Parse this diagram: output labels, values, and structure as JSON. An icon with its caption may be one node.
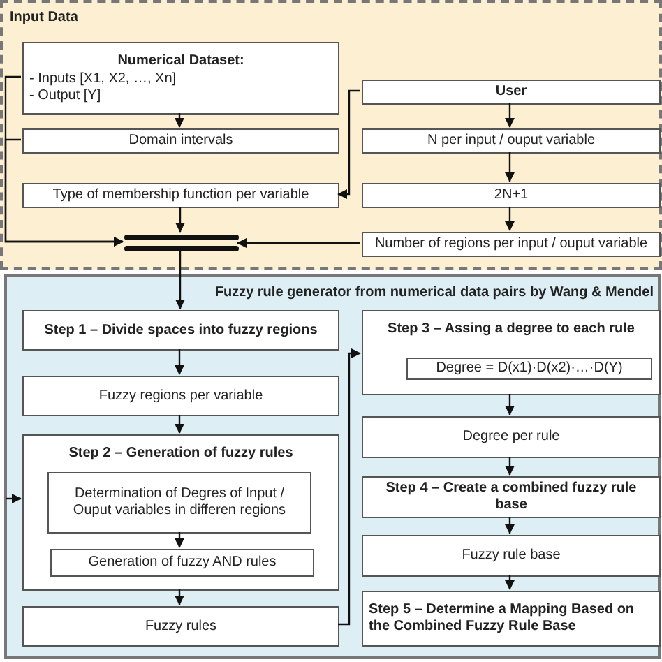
{
  "diagram": {
    "nodes": [
      {
        "text": [
          "Input Data"
        ]
      },
      {
        "text": [
          "Numerical Dataset:",
          "- Inputs [X1, X2, …, Xn]",
          "- Output [Y]"
        ],
        "in": 0
      },
      {
        "text": [
          "Domain intervals"
        ],
        "in": 0
      },
      {
        "text": [
          "Type of membership function per variable"
        ],
        "in": 0
      },
      {
        "text": [
          "User"
        ],
        "in": 0
      },
      {
        "text": [
          "N per input / ouput variable"
        ],
        "in": 0
      },
      {
        "text": [
          "2N+1"
        ],
        "in": 0
      },
      {
        "text": [
          "Number of regions per input / ouput variable"
        ],
        "in": 0
      },
      {
        "text": [],
        "shape": "bar",
        "in": 0
      },
      {
        "text": [
          "Fuzzy rule generator from numerical data pairs by Wang & Mendel"
        ]
      },
      {
        "text": [
          "Step 1 – Divide spaces into fuzzy regions"
        ],
        "in": 9
      },
      {
        "text": [
          "Fuzzy regions per variable"
        ],
        "in": 9
      },
      {
        "text": [
          "Step 2 – Generation of fuzzy rules"
        ],
        "in": 9
      },
      {
        "text": [
          "Determination of Degres of Input / Ouput variables in differen regions"
        ],
        "in": 12
      },
      {
        "text": [
          "Generation of fuzzy AND rules"
        ],
        "in": 12
      },
      {
        "text": [
          "Fuzzy rules"
        ],
        "in": 9
      },
      {
        "text": [
          "Step 3 – Assing a degree to each rule"
        ],
        "in": 9
      },
      {
        "text": [
          "Degree = D(x1)·D(x2)·…·D(Y)"
        ],
        "in": 16
      },
      {
        "text": [
          "Degree per rule"
        ],
        "in": 9
      },
      {
        "text": [
          "Step 4 – Create a combined fuzzy rule base"
        ],
        "in": 9
      },
      {
        "text": [
          "Fuzzy rule base"
        ],
        "in": 9
      },
      {
        "text": [
          "Step 5  –  Determine a Mapping Based on the Combined Fuzzy Rule Base"
        ],
        "in": 9
      }
    ],
    "edges": [
      {
        "from": 1,
        "to": 2,
        "arrow": "to"
      },
      {
        "from": 1,
        "to": 8,
        "arrow": "to"
      },
      {
        "from": 2,
        "to": 8,
        "arrow": "to"
      },
      {
        "from": 4,
        "to": 3,
        "arrow": "to"
      },
      {
        "from": 4,
        "to": 5,
        "arrow": "to"
      },
      {
        "from": 5,
        "to": 6,
        "arrow": "to"
      },
      {
        "from": 6,
        "to": 7,
        "arrow": "to"
      },
      {
        "from": 3,
        "to": 8,
        "arrow": "to"
      },
      {
        "from": 7,
        "to": 8,
        "arrow": "to"
      },
      {
        "from": 8,
        "to": 10,
        "arrow": "to"
      },
      {
        "from": 10,
        "to": 11,
        "arrow": "to"
      },
      {
        "from": 11,
        "to": 12,
        "arrow": "to"
      },
      {
        "from": null,
        "to": 12,
        "arrow": "to"
      },
      {
        "from": 13,
        "to": 14,
        "arrow": "to"
      },
      {
        "from": 12,
        "to": 15,
        "arrow": "to"
      },
      {
        "from": 15,
        "to": 16,
        "arrow": "to"
      },
      {
        "from": 16,
        "to": 18,
        "arrow": "to"
      },
      {
        "from": 18,
        "to": 19,
        "arrow": "to"
      },
      {
        "from": 19,
        "to": 20,
        "arrow": "to"
      },
      {
        "from": 20,
        "to": 21,
        "arrow": "to"
      }
    ]
  }
}
